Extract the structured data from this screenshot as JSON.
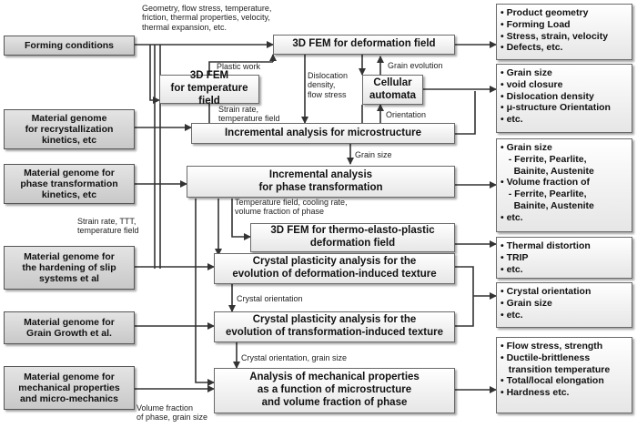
{
  "left_inputs": {
    "forming_conditions": "Forming conditions",
    "genome_recrystallization": "Material genome\nfor recrystallization\nkinetics, etc",
    "genome_phase_transformation": "Material genome for\nphase transformation\nkinetics, etc",
    "genome_hardening": "Material genome for\nthe hardening of slip\nsystems et al",
    "genome_grain_growth": "Material genome for\nGrain Growth et al.",
    "genome_mechanical": "Material genome for\nmechanical properties\nand micro-mechanics"
  },
  "process_boxes": {
    "fem_deformation": "3D FEM for deformation field",
    "fem_temperature": "3D FEM\nfor temperature field",
    "cellular_automata": "Cellular\nautomata",
    "incremental_microstructure": "Incremental analysis for microstructure",
    "incremental_phase": "Incremental analysis\nfor phase transformation",
    "fem_thermo": "3D FEM for thermo-elasto-plastic\ndeformation field",
    "crystal_deformation": "Crystal plasticity analysis for the\nevolution of deformation-induced texture",
    "crystal_transformation": "Crystal plasticity analysis for the\nevolution of transformation-induced texture",
    "mechanical_properties": "Analysis of mechanical properties\nas a function of microstructure\nand volume fraction of phase"
  },
  "output_boxes": {
    "deformation_outputs": [
      "• Product geometry",
      "• Forming Load",
      "• Stress, strain, velocity",
      "• Defects, etc."
    ],
    "microstructure_outputs": [
      "• Grain size",
      "• void closure",
      "• Dislocation density",
      "• μ-structure Orientation",
      "• etc."
    ],
    "phase_outputs": [
      "• Grain size",
      "   - Ferrite, Pearlite,",
      "     Bainite, Austenite",
      "• Volume fraction of",
      "   - Ferrite, Pearlite,",
      "     Bainite, Austenite",
      "• etc."
    ],
    "distortion_outputs": [
      "• Thermal distortion",
      "• TRIP",
      "• etc."
    ],
    "texture_outputs": [
      "• Crystal orientation",
      "• Grain size",
      "• etc."
    ],
    "mechanical_outputs": [
      "• Flow stress, strength",
      "• Ductile-brittleness",
      "   transition temperature",
      "• Total/local elongation",
      "• Hardness etc."
    ]
  },
  "annotations": {
    "forming_inputs": "Geometry, flow stress, temperature,\nfriction, thermal properties, velocity,\nthermal expansion, etc.",
    "plastic_work": "Plastic work",
    "dislocation": "Dislocation\ndensity,\nflow stress",
    "grain_evolution": "Grain evolution",
    "orientation": "Orientation",
    "strain_rate_temp": "Strain rate,\ntemperature field",
    "grain_size": "Grain size",
    "temperature_cooling": "Temperature field, cooling rate,\nvolume fraction of phase",
    "strain_rate_ttt": "Strain rate, TTT,\ntemperature field",
    "crystal_orientation": "Crystal orientation",
    "crystal_orientation_grain": "Crystal orientation, grain size",
    "volume_fraction_grain": "Volume fraction\nof phase, grain size"
  }
}
